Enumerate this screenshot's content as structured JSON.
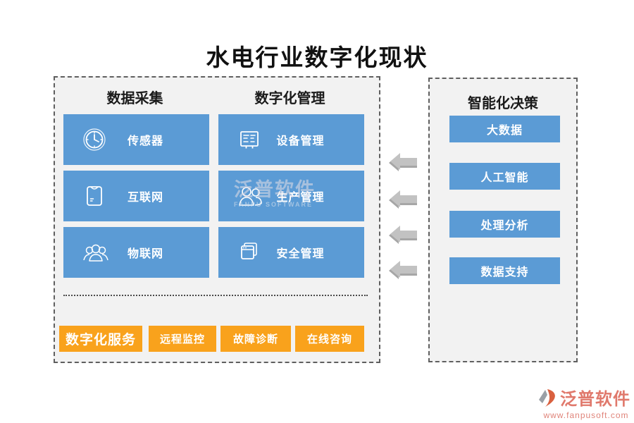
{
  "title": "水电行业数字化现状",
  "left_panel": {
    "columns": [
      {
        "header": "数据采集",
        "items": [
          {
            "label": "传感器",
            "icon": "clock-icon"
          },
          {
            "label": "互联网",
            "icon": "envelope-icon"
          },
          {
            "label": "物联网",
            "icon": "people-group-icon"
          }
        ]
      },
      {
        "header": "数字化管理",
        "items": [
          {
            "label": "设备管理",
            "icon": "device-board-icon"
          },
          {
            "label": "生产管理",
            "icon": "users-icon"
          },
          {
            "label": "安全管理",
            "icon": "stacked-windows-icon"
          }
        ]
      }
    ],
    "services": [
      {
        "label": "数字化服务"
      },
      {
        "label": "远程监控"
      },
      {
        "label": "故障诊断"
      },
      {
        "label": "在线咨询"
      }
    ]
  },
  "arrows": {
    "count": 4,
    "direction": "left"
  },
  "right_panel": {
    "header": "智能化决策",
    "items": [
      {
        "label": "大数据"
      },
      {
        "label": "人工智能"
      },
      {
        "label": "处理分析"
      },
      {
        "label": "数据支持"
      }
    ]
  },
  "watermark": {
    "text": "泛普软件",
    "subtext": "FANPU SOFTWARE"
  },
  "branding": {
    "name": "泛普软件",
    "url": "www.fanpusoft.com"
  },
  "colors": {
    "primary_blue": "#5B9BD5",
    "accent_orange": "#F9A21C",
    "panel_bg": "#F2F2F2",
    "panel_border": "#5F5F5F",
    "arrow_gray": "#BDBDBD",
    "brand_salmon": "#E0796C",
    "title_color": "#111111"
  }
}
